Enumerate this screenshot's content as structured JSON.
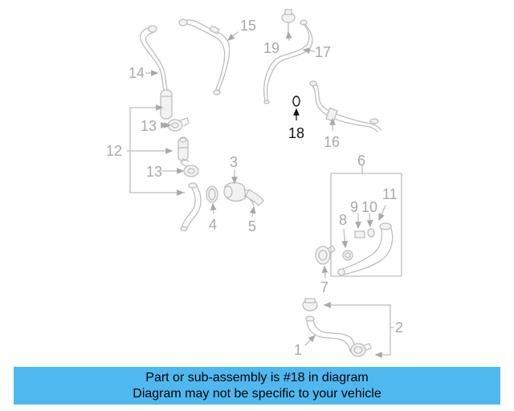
{
  "diagram": {
    "callouts": {
      "c1": "1",
      "c2": "2",
      "c3": "3",
      "c4": "4",
      "c5": "5",
      "c6": "6",
      "c7": "7",
      "c8": "8",
      "c9": "9",
      "c10": "10",
      "c11": "11",
      "c12": "12",
      "c13a": "13",
      "c13b": "13",
      "c14": "14",
      "c15": "15",
      "c16": "16",
      "c17": "17",
      "c18": "18",
      "c19": "19"
    },
    "highlighted_part": "18",
    "colors": {
      "part_line": "#bdbdbd",
      "part_fill": "#f2f2f2",
      "label_gray": "#a8a8a8",
      "highlight": "#111111",
      "caption_bg": "#4fb8ef"
    }
  },
  "caption": {
    "line1": "Part or sub-assembly is #18 in diagram",
    "line2": "Diagram may not be specific to your vehicle"
  }
}
